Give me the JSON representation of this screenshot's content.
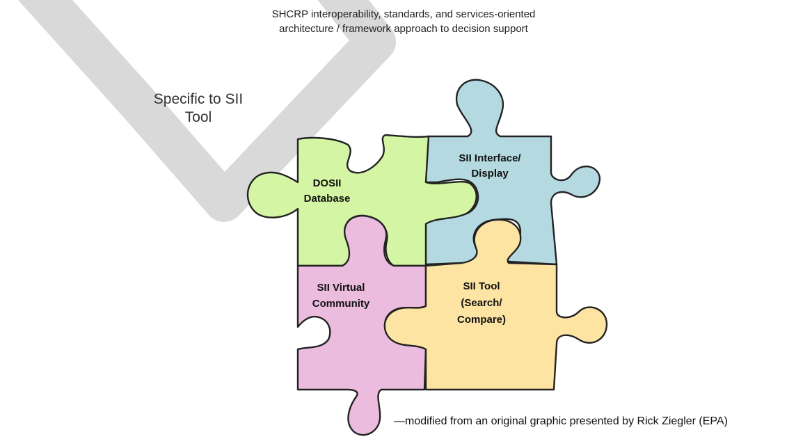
{
  "title": {
    "line1": "SHCRP interoperability, standards, and services-oriented",
    "line2": "architecture / framework approach to decision support"
  },
  "side_label": {
    "line1": "Specific to SII",
    "line2": "Tool"
  },
  "pieces": {
    "green": {
      "line1": "DOSII",
      "line2": "Database",
      "color": "#d4f5a3"
    },
    "blue": {
      "line1": "SII Interface/",
      "line2": "Display",
      "color": "#b4d9e0"
    },
    "pink": {
      "line1": "SII Virtual",
      "line2": "Community",
      "color": "#ebbcdd"
    },
    "yellow": {
      "line1": "SII Tool",
      "line2": "(Search/",
      "line3": "Compare)",
      "color": "#fde4a3"
    }
  },
  "credit": "—modified from an original graphic presented by Rick Ziegler (EPA)",
  "colors": {
    "watermark": "#d9d9d9",
    "outline": "#222222"
  }
}
